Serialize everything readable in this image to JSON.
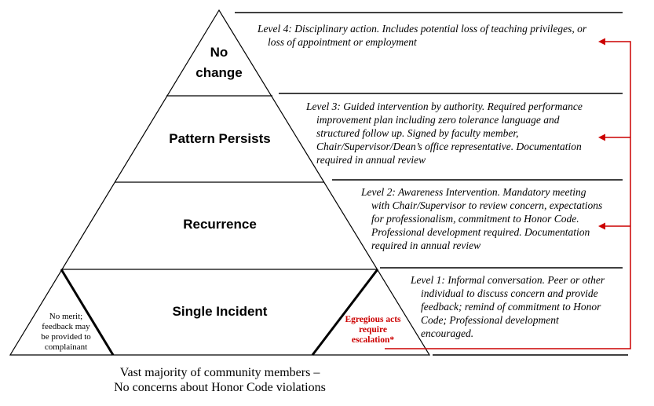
{
  "pyramid": {
    "tiers": [
      {
        "id": "no-change",
        "lines": [
          "No",
          "change"
        ]
      },
      {
        "id": "pattern-persists",
        "label": "Pattern Persists"
      },
      {
        "id": "recurrence",
        "label": "Recurrence"
      },
      {
        "id": "single-incident",
        "label": "Single Incident"
      }
    ],
    "left_note": [
      "No merit;",
      "feedback may",
      "be provided to",
      "complainant"
    ],
    "right_note": [
      "Egregious acts",
      "require",
      "escalation*"
    ],
    "colors": {
      "outline": "#000000",
      "arrow": "#cc0000",
      "note": "#cc0000"
    }
  },
  "levels": [
    {
      "id": "level-4",
      "lines": [
        "Level 4: Disciplinary action. Includes potential loss of teaching privileges, or",
        "loss of appointment or employment"
      ]
    },
    {
      "id": "level-3",
      "lines": [
        "Level 3: Guided intervention by authority. Required performance",
        "improvement plan including zero tolerance language and",
        "structured follow up. Signed by faculty member,",
        "Chair/Supervisor/Dean’s office representative. Documentation",
        "required in annual review"
      ]
    },
    {
      "id": "level-2",
      "lines": [
        "Level 2: Awareness Intervention. Mandatory meeting",
        "with Chair/Supervisor to review concern, expectations",
        "for professionalism, commitment to Honor Code.",
        "Professional development required. Documentation",
        "required in annual review"
      ]
    },
    {
      "id": "level-1",
      "lines": [
        "Level 1: Informal conversation. Peer or other",
        "individual to discuss concern and provide",
        "feedback; remind of commitment to Honor",
        "Code; Professional development",
        "encouraged."
      ]
    }
  ],
  "caption": [
    "Vast majority of community members –",
    "No concerns about Honor Code violations"
  ]
}
